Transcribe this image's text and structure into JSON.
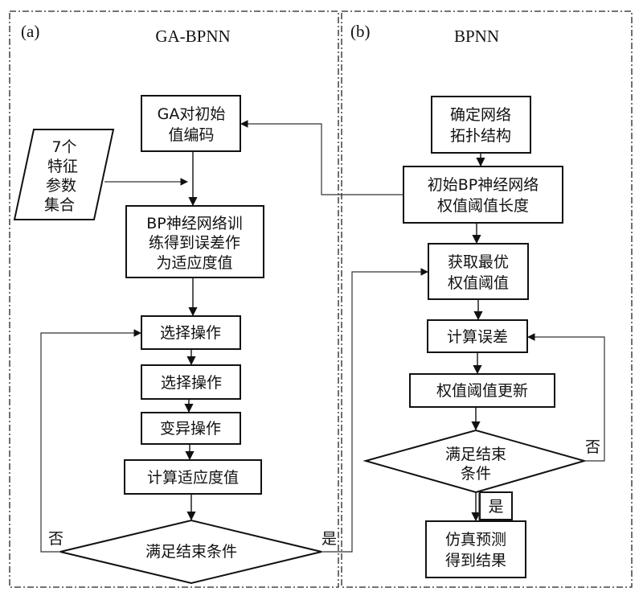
{
  "panels": {
    "a": {
      "tag": "(a)",
      "title": "GA-BPNN"
    },
    "b": {
      "tag": "(b)",
      "title": "BPNN"
    }
  },
  "left_flow": {
    "input": {
      "lines": [
        "7个",
        "特征",
        "参数",
        "集合"
      ]
    },
    "ga_encode": {
      "lines": [
        "GA对初始",
        "值编码"
      ]
    },
    "bp_train": {
      "lines": [
        "BP神经网络训",
        "练得到误差作",
        "为适应度值"
      ]
    },
    "select1": {
      "lines": [
        "选择操作"
      ]
    },
    "select2": {
      "lines": [
        "选择操作"
      ]
    },
    "mutate": {
      "lines": [
        "变异操作"
      ]
    },
    "fitness": {
      "lines": [
        "计算适应度值"
      ]
    },
    "decision": {
      "lines": [
        "满足结束条件"
      ]
    },
    "no_label": "否",
    "yes_label": "是"
  },
  "right_flow": {
    "topology": {
      "lines": [
        "确定网络",
        "拓扑结构"
      ]
    },
    "init_len": {
      "lines": [
        "初始BP神经网络",
        "权值阈值长度"
      ]
    },
    "optimal": {
      "lines": [
        "获取最优",
        "权值阈值"
      ]
    },
    "calc_err": {
      "lines": [
        "计算误差"
      ]
    },
    "update": {
      "lines": [
        "权值阈值更新"
      ]
    },
    "decision": {
      "lines": [
        "满足结束",
        "条件"
      ]
    },
    "no_label": "否",
    "yes_label": "是",
    "result": {
      "lines": [
        "仿真预测",
        "得到结果"
      ]
    }
  }
}
